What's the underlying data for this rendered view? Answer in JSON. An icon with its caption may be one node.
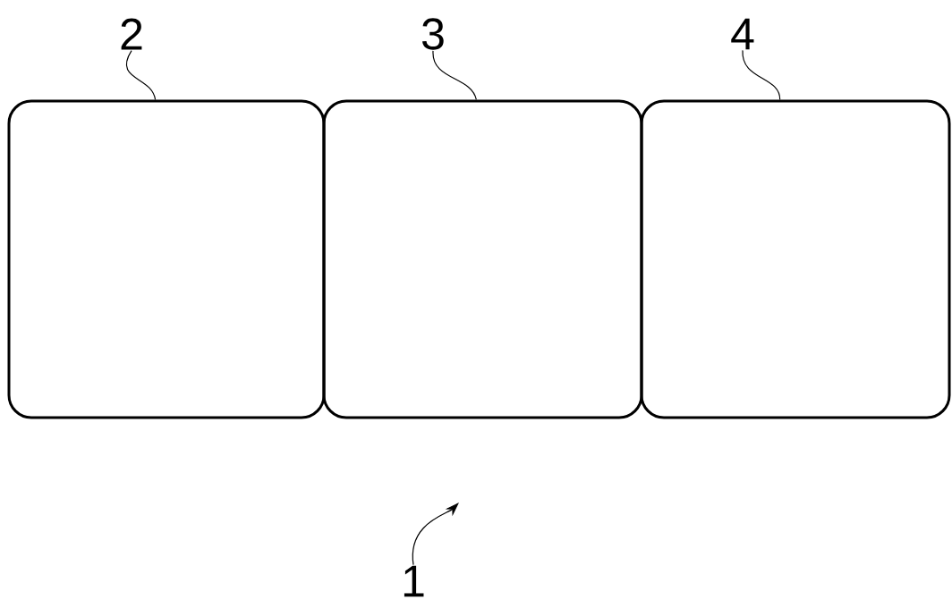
{
  "diagram": {
    "nodes": [
      {
        "text": [
          "2"
        ]
      },
      {
        "text": [],
        "shape": "box"
      },
      {
        "text": [
          "3"
        ]
      },
      {
        "text": [],
        "shape": "box"
      },
      {
        "text": [
          "4"
        ]
      },
      {
        "text": [],
        "shape": "box"
      },
      {
        "text": [
          "1"
        ]
      }
    ],
    "edges": [
      {
        "from": 0,
        "to": 1,
        "arrow": "none"
      },
      {
        "from": 2,
        "to": 3,
        "arrow": "none"
      },
      {
        "from": 4,
        "to": 5,
        "arrow": "none"
      },
      {
        "from": 6,
        "to": null,
        "arrow": "to"
      }
    ]
  }
}
